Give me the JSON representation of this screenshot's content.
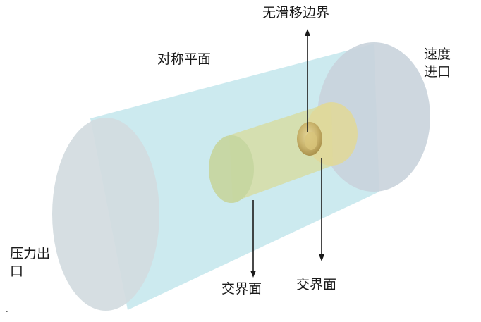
{
  "labels": {
    "no_slip_boundary": "无滑移边界",
    "symmetry_plane": "对称平面",
    "velocity_inlet": "速度进口",
    "pressure_outlet": "压力出口",
    "interface_1": "交界面",
    "interface_2": "交界面",
    "corner_mark": "ˇ"
  },
  "colors": {
    "outer_domain": "#bfe3ea",
    "inner_domain": "#cfdba0",
    "disc": "#c9b26a",
    "arrow": "#1a1a1a"
  }
}
